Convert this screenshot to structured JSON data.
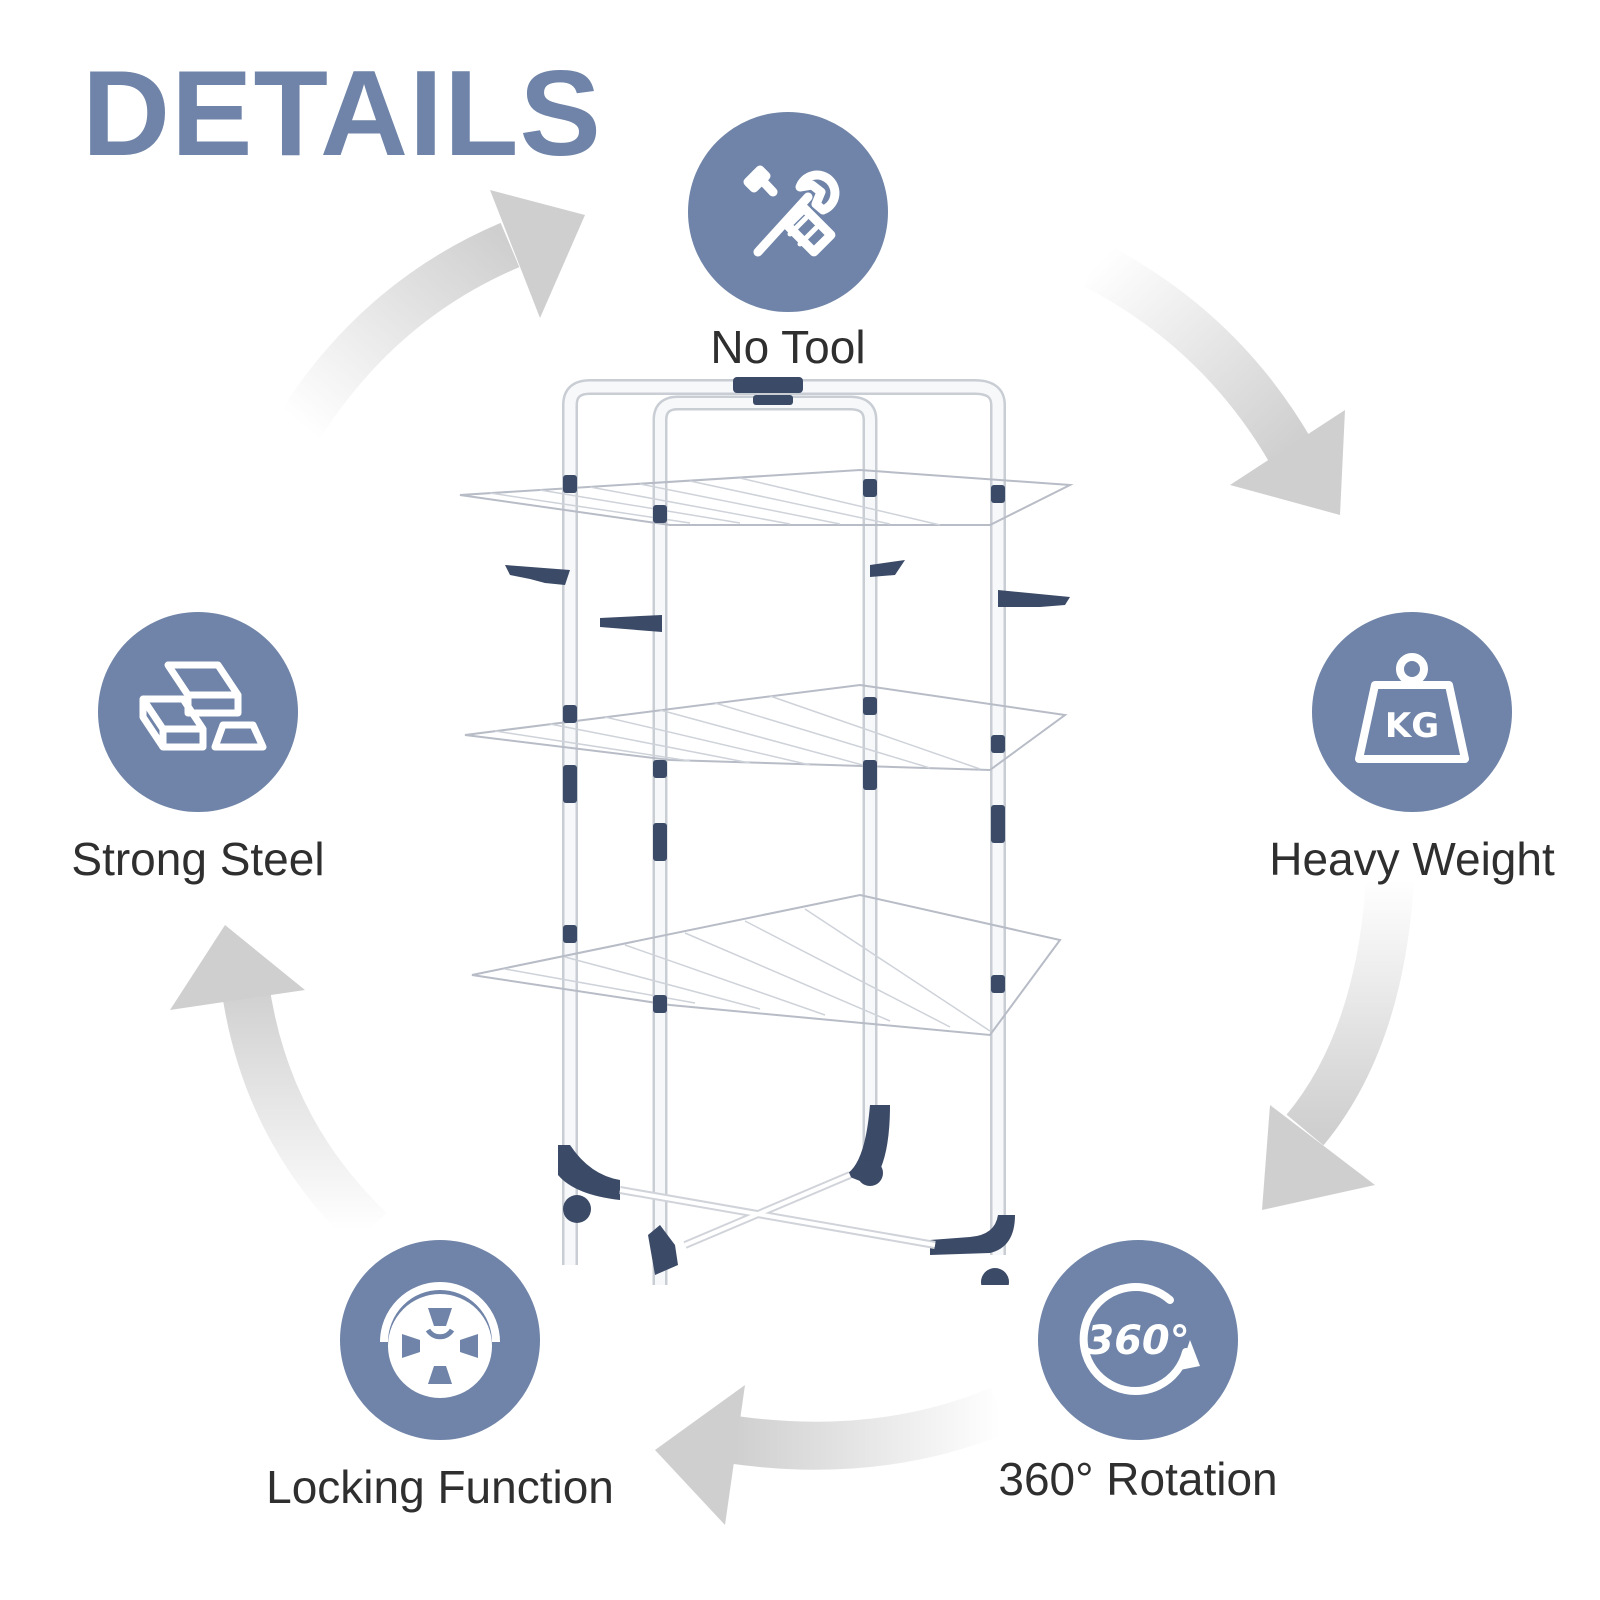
{
  "title": "DETAILS",
  "features": [
    {
      "id": "no-tool",
      "label": "No Tool",
      "icon": "wrench-screwdriver-icon"
    },
    {
      "id": "heavy-weight",
      "label": "Heavy Weight",
      "icon": "kg-weight-icon"
    },
    {
      "id": "rotation",
      "label": "360° Rotation",
      "icon": "rotation-360-icon",
      "icon_text": "360°"
    },
    {
      "id": "locking",
      "label": "Locking Function",
      "icon": "locking-wheel-icon"
    },
    {
      "id": "strong-steel",
      "label": "Strong Steel",
      "icon": "steel-bars-icon"
    }
  ],
  "weight_icon_text": "KG",
  "colors": {
    "accent": "#6f84a8",
    "arrow": "#d4d4d4",
    "text": "#2f2f2f",
    "rack_dark": "#3b4a66"
  }
}
